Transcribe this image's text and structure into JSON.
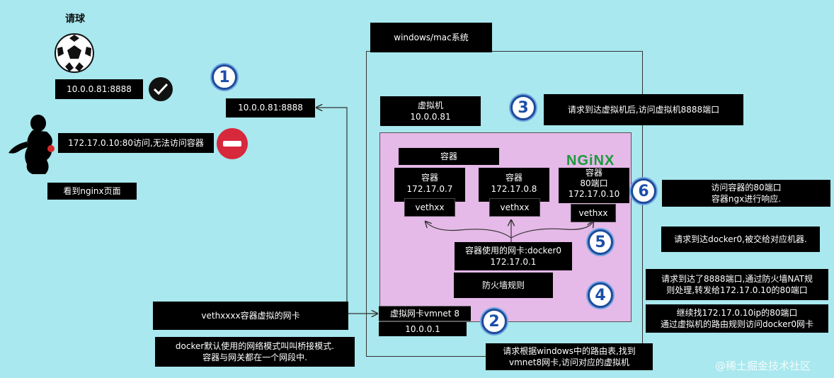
{
  "title_ball": "请球",
  "nodes": {
    "ip_ok": "10.0.0.81:8888",
    "ip_fail": "172.17.0.10:80访问,无法访问容器",
    "see_nginx": "看到nginx页面",
    "ip_step1": "10.0.0.81:8888",
    "windows_mac": "windows/mac系统",
    "vm_label": "虚拟机\n10.0.0.81",
    "step3_desc": "请求到达虚拟机后,访问虚拟机8888端口",
    "container_title": "容器",
    "c1": "容器\n172.17.0.7",
    "c2": "容器\n172.17.0.8",
    "c3": "容器\n80端口\n172.17.0.10",
    "veth1": "vethxx",
    "veth2": "vethxx",
    "veth3": "vethxx",
    "docker0": "容器使用的网卡:docker0\n172.17.0.1",
    "firewall": "防火墙规则",
    "vmnet8": "虚拟网卡vmnet 8",
    "vmnet8_ip": "10.0.0.1",
    "veth_desc": "vethxxxx容器虚拟的网卡",
    "bridge_desc": "docker默认使用的网络模式叫叫桥接模式.\n容器与网关都在一个网段中.",
    "step2_desc": "请求根据windows中的路由表,找到\nvmnet8网卡,访问对应的虚拟机",
    "step6_desc": "访问容器的80端口\n容器ngx进行响应.",
    "step5_desc": "请求到达docker0,被交给对应机器.",
    "step4a_desc": "请求到达了8888端口,通过防火墙NAT规\n则处理,转发给172.17.0.10的80端口",
    "step4b_desc": "继续找172.17.0.10ip的80端口\n通过虚拟机的路由规则访问docker0网卡",
    "nginx_logo": "NGiNX",
    "watermark": "@稀土掘金技术社区"
  },
  "circles": {
    "c1": "1",
    "c2": "2",
    "c3": "3",
    "c4": "4",
    "c5": "5",
    "c6": "6"
  },
  "icons": {
    "ball": "soccer-ball-icon",
    "check": "check-icon",
    "no": "no-entry-icon",
    "person": "person-silhouette-icon"
  },
  "colors": {
    "background": "#a8e8ee",
    "vm_area": "#e5b9e8",
    "circle_text": "#1b4ea8",
    "nginx": "#1a9a3a",
    "no_entry": "#d8283c"
  }
}
